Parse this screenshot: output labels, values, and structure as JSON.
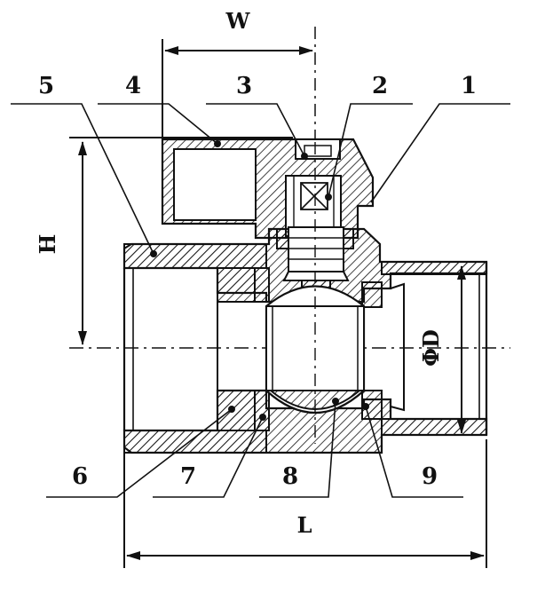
{
  "drawing": {
    "dimensions": {
      "width_label": "W",
      "height_label": "H",
      "length_label": "L",
      "diameter_label": "ΦD"
    },
    "part_labels": [
      "1",
      "2",
      "3",
      "4",
      "5",
      "6",
      "7",
      "8",
      "9"
    ],
    "colors": {
      "ink": "#111111",
      "background": "#ffffff"
    }
  }
}
